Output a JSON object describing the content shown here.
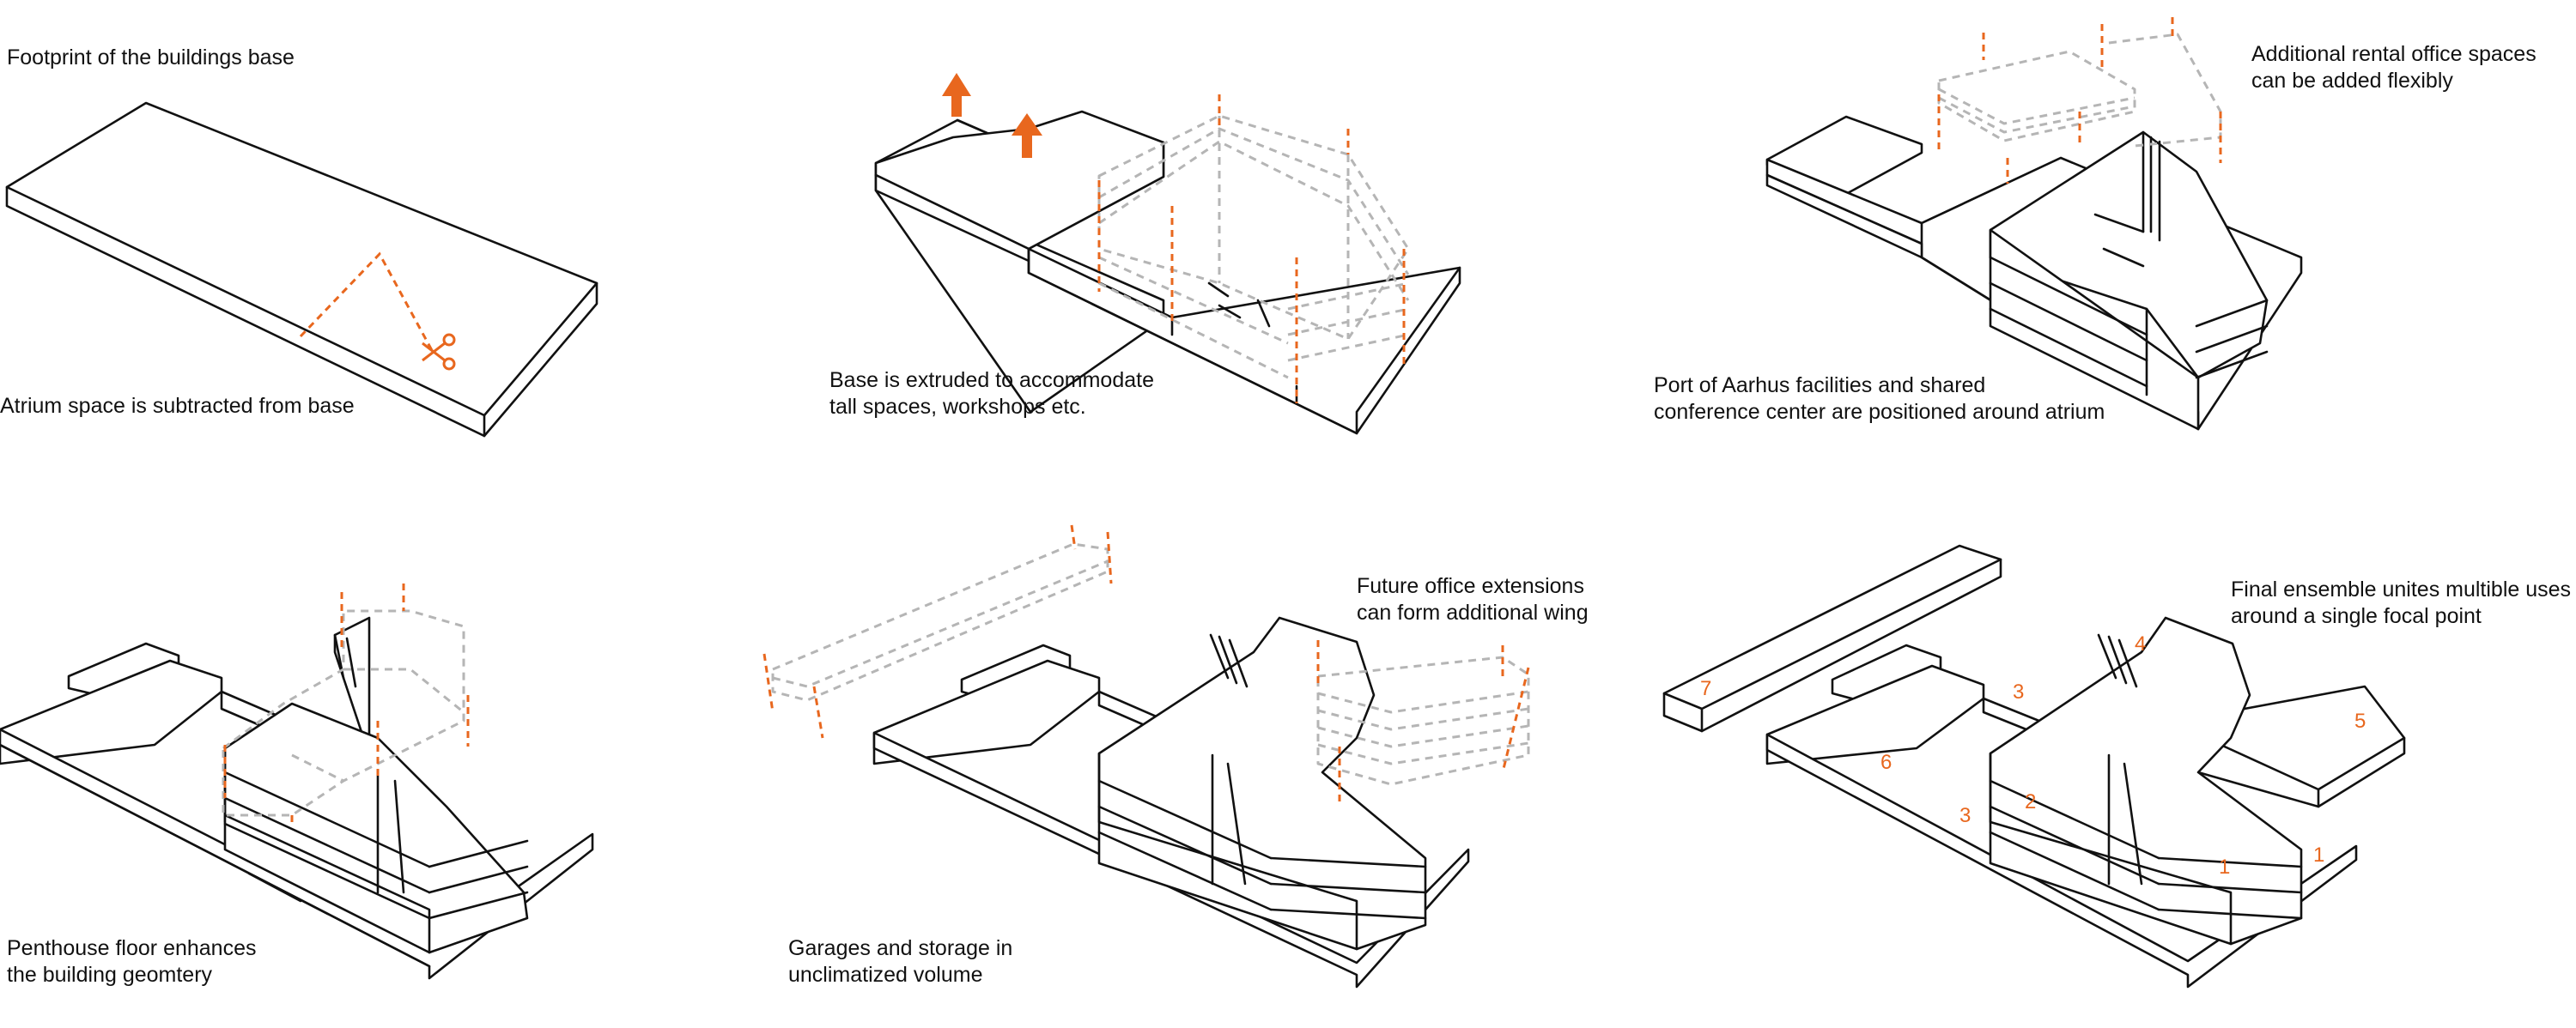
{
  "colors": {
    "accent": "#e8671e",
    "line": "#111111",
    "ghost": "#b5b5b5"
  },
  "icons": {
    "scissors": "scissors-icon",
    "arrow": "arrow-up-icon"
  },
  "panels": [
    {
      "captions": [
        {
          "lines": [
            "Footprint of the buildings base"
          ]
        },
        {
          "lines": [
            "Atrium space is subtracted from base"
          ]
        }
      ]
    },
    {
      "captions": [
        {
          "lines": [
            "Base is extruded to accommodate",
            "tall spaces, workshops etc."
          ]
        }
      ]
    },
    {
      "captions": [
        {
          "lines": [
            "Additional rental office spaces",
            "can be added flexibly"
          ]
        },
        {
          "lines": [
            "Port of Aarhus facilities and shared",
            "conference center are positioned around atrium"
          ]
        }
      ]
    },
    {
      "captions": [
        {
          "lines": [
            "Penthouse floor enhances",
            "the building geomtery"
          ]
        }
      ]
    },
    {
      "captions": [
        {
          "lines": [
            "Future office extensions",
            "can form additional wing"
          ]
        },
        {
          "lines": [
            "Garages and storage in",
            "unclimatized volume"
          ]
        }
      ]
    },
    {
      "captions": [
        {
          "lines": [
            "Final ensemble unites multible uses",
            "around a single focal point"
          ]
        }
      ],
      "labels": [
        "7",
        "3",
        "4",
        "5",
        "6",
        "3",
        "2",
        "1",
        "1"
      ]
    }
  ]
}
